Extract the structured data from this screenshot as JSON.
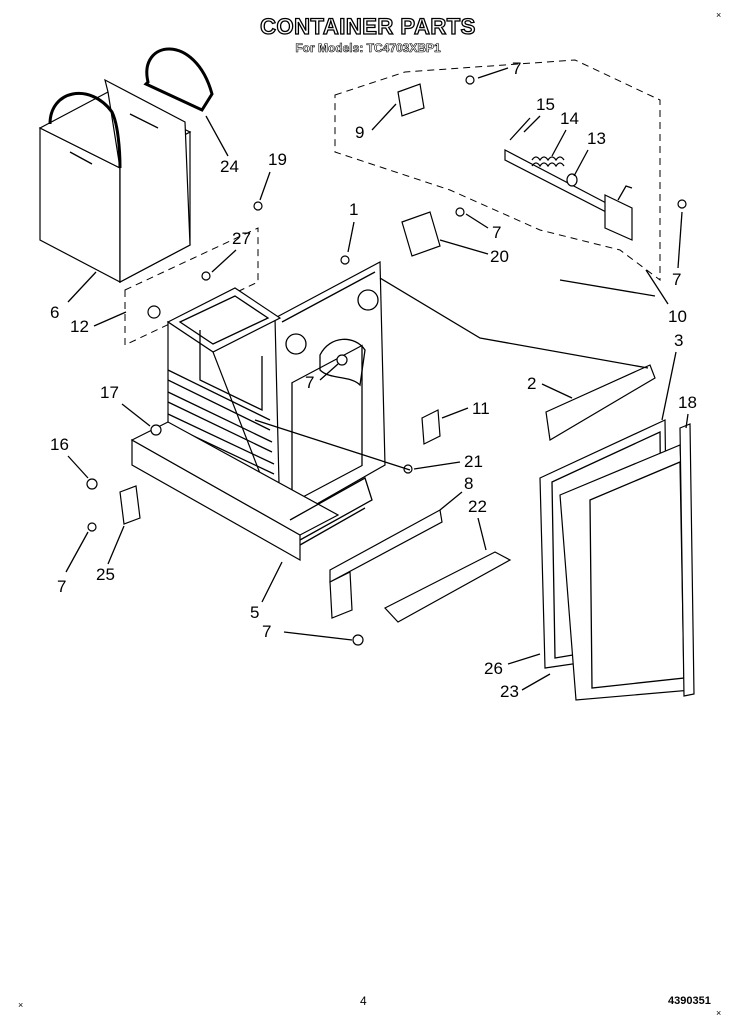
{
  "header": {
    "title": "CONTAINER PARTS",
    "subtitle": "For Models: TC4703XBP1"
  },
  "callouts": [
    "1",
    "2",
    "3",
    "5",
    "6",
    "7",
    "7",
    "7",
    "7",
    "7",
    "7",
    "7",
    "8",
    "9",
    "10",
    "11",
    "12",
    "13",
    "14",
    "15",
    "16",
    "17",
    "18",
    "19",
    "20",
    "21",
    "22",
    "23",
    "24",
    "25",
    "26",
    "27"
  ],
  "footer": {
    "page_number": "4",
    "document_number": "4390351",
    "left_mark": "×",
    "right_mark": "×",
    "corner_mark": "×"
  }
}
